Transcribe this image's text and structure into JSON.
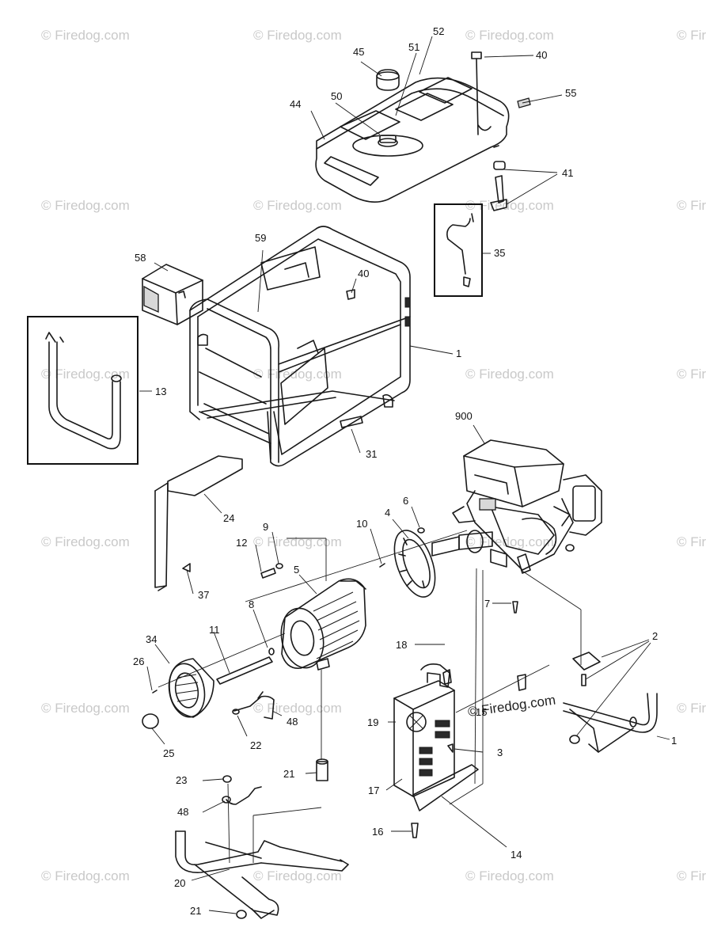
{
  "watermark": "© Firedog.com",
  "labels": {
    "l1a": "1",
    "l1b": "1",
    "l2": "2",
    "l3": "3",
    "l4": "4",
    "l5": "5",
    "l6": "6",
    "l7": "7",
    "l8": "8",
    "l9": "9",
    "l10": "10",
    "l11": "11",
    "l12": "12",
    "l13": "13",
    "l14": "14",
    "l15": "15",
    "l16": "16",
    "l17": "17",
    "l18": "18",
    "l19": "19",
    "l20": "20",
    "l21a": "21",
    "l21b": "21",
    "l22": "22",
    "l23": "23",
    "l24": "24",
    "l25": "25",
    "l26": "26",
    "l31": "31",
    "l34": "34",
    "l35": "35",
    "l37": "37",
    "l40a": "40",
    "l40b": "40",
    "l41": "41",
    "l44": "44",
    "l45": "45",
    "l48a": "48",
    "l48b": "48",
    "l50": "50",
    "l51": "51",
    "l52": "52",
    "l55": "55",
    "l58": "58",
    "l59": "59",
    "l900": "900"
  }
}
